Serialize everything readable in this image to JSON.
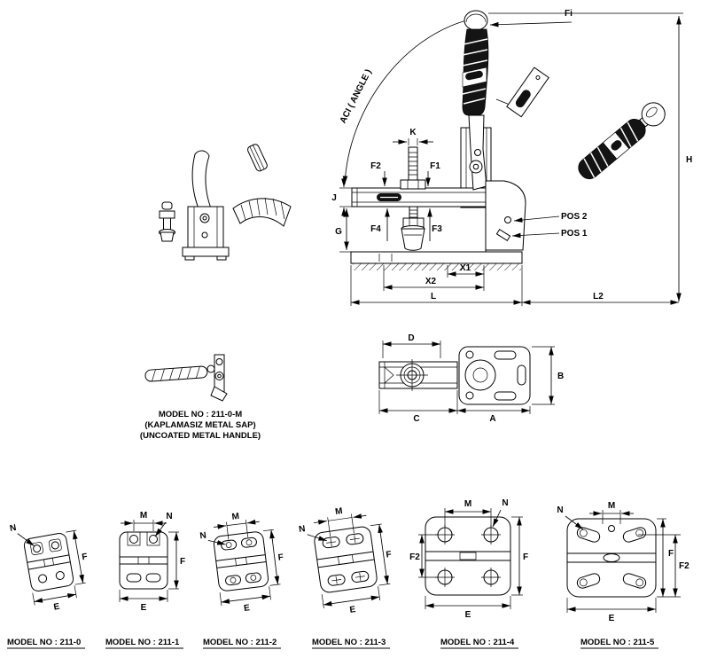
{
  "main_view": {
    "fi": "Fi",
    "angle": "ACI ( ANGLE )",
    "h": "H",
    "k": "K",
    "f1": "F1",
    "f2": "F2",
    "f3": "F3",
    "f4": "F4",
    "j": "J",
    "g": "G",
    "pos2": "POS 2",
    "pos1": "POS 1",
    "x1": "X1",
    "x2": "X2",
    "l": "L",
    "l2": "L2"
  },
  "top_view": {
    "d": "D",
    "b": "B",
    "c": "C",
    "a": "A"
  },
  "metal_handle_model": {
    "line1": "MODEL NO : 211-0-M",
    "line2": "(KAPLAMASIZ METAL SAP)",
    "line3": "(UNCOATED METAL HANDLE)"
  },
  "base_models": [
    {
      "name": "MODEL NO : 211-0",
      "n": "N",
      "f": "F",
      "e": "E"
    },
    {
      "name": "MODEL NO : 211-1",
      "m": "M",
      "n": "N",
      "f": "F",
      "e": "E"
    },
    {
      "name": "MODEL NO : 211-2",
      "m": "M",
      "n": "N",
      "f": "F",
      "e": "E"
    },
    {
      "name": "MODEL NO : 211-3",
      "m": "M",
      "n": "N",
      "f": "F",
      "e": "E"
    },
    {
      "name": "MODEL NO : 211-4",
      "m": "M",
      "n": "N",
      "f2": "F2",
      "f": "F",
      "e": "E"
    },
    {
      "name": "MODEL NO : 211-5",
      "m": "M",
      "n": "N",
      "f": "F",
      "f2": "F2",
      "e": "E"
    }
  ]
}
